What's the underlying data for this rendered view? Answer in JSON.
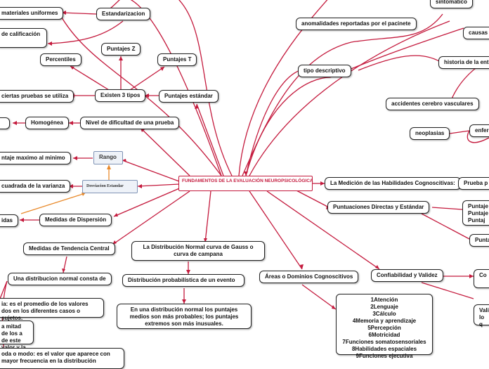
{
  "center": "FUNDAMENTOS DE LA EVALUACIÓN NEUROPSICOLÓGICA",
  "nodes": {
    "materiales_uniformes": "materiales uniformes",
    "estandarizacion": "Estandarizacion",
    "calificacion": "de calificación",
    "percentiles": "Percentiles",
    "puntajes_z": "Puntajes Z",
    "puntajes_t": "Puntajes T",
    "ciertas_pruebas": "ciertas pruebas se utiliza",
    "existen_3_tipos": "Existen 3 tipos",
    "puntajes_estandar": "Puntajes estándar",
    "homogenea": "Homogénea",
    "nivel_dificultad": "Nivel de dificultad de una prueba",
    "puntaje_maximo_minimo": "ntaje maximo al minimo",
    "rango": "Rango",
    "cuadrada_varianza": "cuadrada de la varianza",
    "desviacion_estandar": "Desviacion Estandar",
    "medidas_idas": "idas",
    "medidas_dispersion": "Medidas de Dispersión",
    "tendencia_central": "Medidas de Tendencia Central",
    "distribucion_normal_consta": "Una distribucion normal consta de",
    "media_text": "ia: es el promedio de los valores dos en los diferentes casos o sujetos.",
    "mediana_text": "a mitad de los a de este valor y la e este valor.",
    "moda_text": "oda o modo: es el valor que aparece con mayor frecuencia en la distribución",
    "curva_gauss": "La Distribución Normal  curva de Gauss o curva de campana",
    "distribucion_probabilistica": "Distribución probabilística de un evento",
    "distribucion_normal_puntajes": "En una distribución normal los puntajes medios son más probables; los puntajes extremos son más inusuales.",
    "areas_dominios": "Áreas o Dominios Cognoscitivos",
    "dominios_list": [
      "1Atención",
      "2Lenguaje",
      "3Cálculo",
      "4Memoria y aprendizaje",
      "5Percepción",
      "6Motricidad",
      "7Funciones somatosensoriales",
      "8Habilidades espaciales",
      "9Funciones ejecutiva"
    ],
    "confiabilidad_validez": "Confiabilidad y Validez",
    "conf_partial": "Co",
    "vali_partial": "Vali lo q",
    "puntuaciones_directas": "Puntuaciones Directas y Estándar",
    "punt_list": [
      "Puntaje",
      "Puntaje",
      "Puntaj"
    ],
    "punt_partial": "Punta",
    "medicion_habilidades": "La Medición de las Habilidades Cognoscitivas:",
    "prueba_partial": "Prueba p",
    "sintomatico": "sintomatico",
    "anomalidades": "anomalidades reportadas por el pacinete",
    "causas_partial": "causas",
    "historia_partial": "historia de la ent",
    "tipo_descriptivo": "tipo descriptivo",
    "accidentes_cv": "accidentes cerebro vasculares",
    "neoplasias": "neoplasias",
    "enfer_partial": "enfer"
  }
}
